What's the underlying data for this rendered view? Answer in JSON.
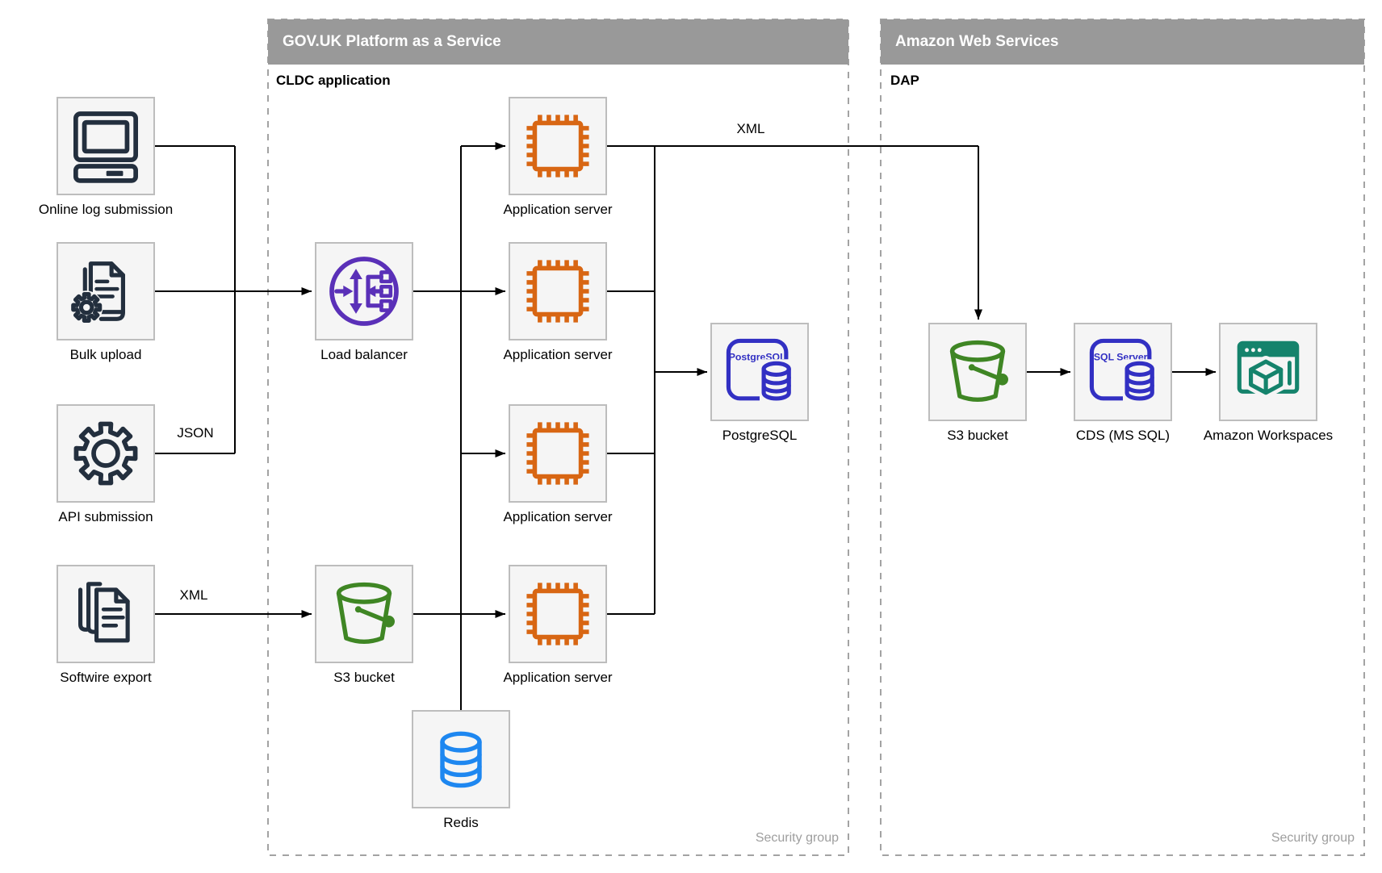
{
  "diagram": {
    "containers": {
      "paas": {
        "title": "GOV.UK Platform as a Service",
        "sublabel": "CLDC application",
        "footer": "Security group"
      },
      "aws": {
        "title": "Amazon Web Services",
        "sublabel": "DAP",
        "footer": "Security group"
      }
    },
    "nodes": {
      "online_log": {
        "label": "Online log submission",
        "icon": "computer-icon"
      },
      "bulk_upload": {
        "label": "Bulk upload",
        "icon": "document-gear-icon"
      },
      "api_submission": {
        "label": "API submission",
        "icon": "gear-icon"
      },
      "softwire_export": {
        "label": "Softwire export",
        "icon": "documents-stack-icon"
      },
      "load_balancer": {
        "label": "Load balancer",
        "icon": "load-balancer-icon"
      },
      "s3_paas": {
        "label": "S3 bucket",
        "icon": "s3-bucket-icon"
      },
      "app_server_1": {
        "label": "Application server",
        "icon": "chip-icon"
      },
      "app_server_2": {
        "label": "Application server",
        "icon": "chip-icon"
      },
      "app_server_3": {
        "label": "Application server",
        "icon": "chip-icon"
      },
      "app_server_4": {
        "label": "Application server",
        "icon": "chip-icon"
      },
      "postgresql": {
        "label": "PostgreSQL",
        "icon": "postgresql-icon"
      },
      "redis": {
        "label": "Redis",
        "icon": "database-cylinder-icon"
      },
      "s3_aws": {
        "label": "S3 bucket",
        "icon": "s3-bucket-icon"
      },
      "cds": {
        "label": "CDS (MS SQL)",
        "icon": "sql-server-icon"
      },
      "workspaces": {
        "label": "Amazon Workspaces",
        "icon": "workspaces-icon"
      }
    },
    "icon_text": {
      "postgresql": "PostgreSQL",
      "sql_server": "SQL Server"
    },
    "edge_labels": {
      "json": "JSON",
      "xml_softwire": "XML",
      "xml_app_to_s3": "XML"
    },
    "colors": {
      "header_gray": "#999999",
      "box_fill": "#F5F5F5",
      "box_border": "#BDBDBD",
      "dash_border": "#A3A3A3",
      "line": "#000000",
      "label": "#000000",
      "security_gray": "#9E9E9E",
      "navy": "#232F3E",
      "orange": "#D86613",
      "purple": "#5A30B8",
      "green": "#3F8624",
      "indigo": "#3230C3",
      "teal": "#15836C",
      "redis_blue": "#1E87F0"
    }
  }
}
